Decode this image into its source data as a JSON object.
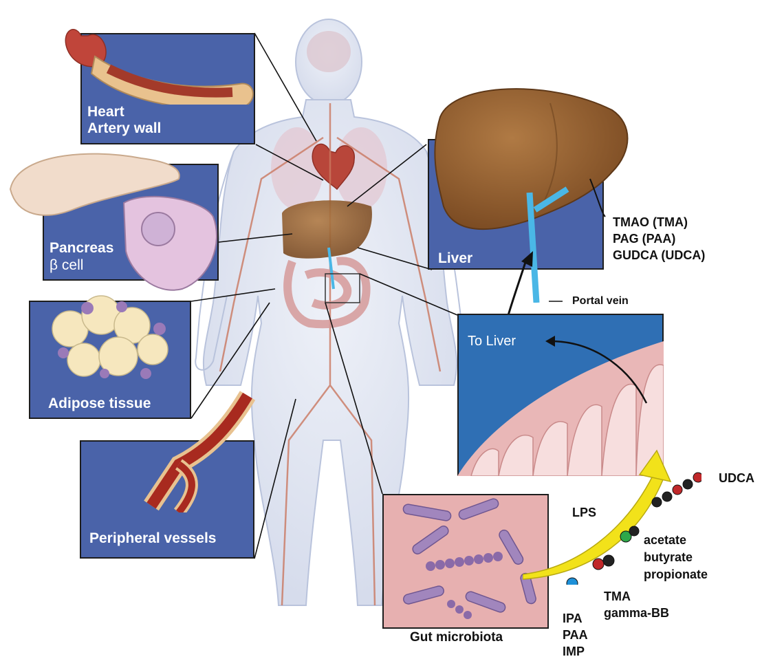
{
  "panels": {
    "heart": {
      "line1": "Heart",
      "line2": "Artery wall"
    },
    "pancreas": {
      "line1": "Pancreas",
      "line2": "β cell"
    },
    "adipose": {
      "label": "Adipose tissue"
    },
    "vessels": {
      "label": "Peripheral vessels"
    },
    "liver": {
      "label": "Liver"
    },
    "intestine": {
      "arrow_label": "To Liver"
    },
    "gut": {
      "label": "Gut microbiota"
    }
  },
  "liver_metabolites": [
    "TMAO (TMA)",
    "PAG (PAA)",
    "GUDCA (UDCA)"
  ],
  "portal_vein_label": "Portal vein",
  "metabolites": {
    "udca": "UDCA",
    "lps": "LPS",
    "scfa": [
      "acetate",
      "butyrate",
      "propionate"
    ],
    "tma": [
      "TMA",
      "gamma-BB"
    ],
    "indoles": [
      "IPA",
      "PAA",
      "IMP"
    ]
  },
  "colors": {
    "panel_blue": "#4a63a9",
    "body_outline": "#b9c3dc",
    "liver_brown": "#8b5a2b",
    "portal_vein": "#4ab7e6",
    "artery_red": "#a33a2a",
    "gut_pink": "#e9b3b3",
    "bacteria_purple": "#8a6aa8",
    "arrow_yellow": "#f2e21a"
  }
}
